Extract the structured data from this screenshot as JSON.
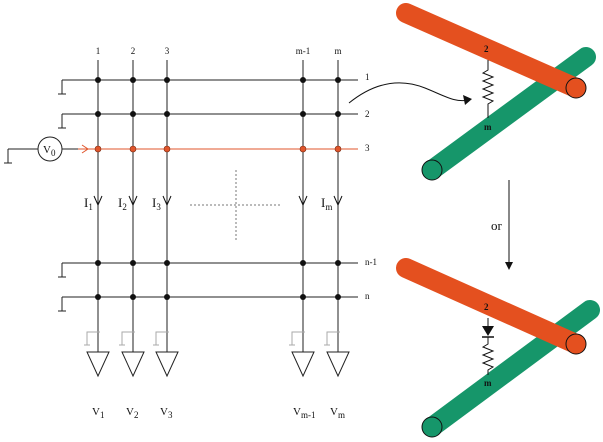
{
  "colors": {
    "row_rod": "#e4501f",
    "column_rod": "#16966a",
    "selected_line": "#e0552b",
    "wire": "#222222"
  },
  "crossbar": {
    "column_labels": [
      "1",
      "2",
      "3",
      "m-1",
      "m"
    ],
    "row_labels": [
      "1",
      "2",
      "3",
      "n-1",
      "n"
    ],
    "source": {
      "main": "V",
      "sub": "0"
    },
    "currents": [
      {
        "main": "I",
        "sub": "1"
      },
      {
        "main": "I",
        "sub": "2"
      },
      {
        "main": "I",
        "sub": "3"
      },
      {
        "main": "I",
        "sub": "m"
      }
    ],
    "outputs": [
      {
        "main": "V",
        "sub": "1"
      },
      {
        "main": "V",
        "sub": "2"
      },
      {
        "main": "V",
        "sub": "3"
      },
      {
        "main": "V",
        "sub": "m-1"
      },
      {
        "main": "V",
        "sub": "m"
      }
    ]
  },
  "junction_top": {
    "row_label": "2",
    "column_label": "m"
  },
  "connector_text": "or",
  "junction_bottom": {
    "row_label": "2",
    "column_label": "m"
  }
}
